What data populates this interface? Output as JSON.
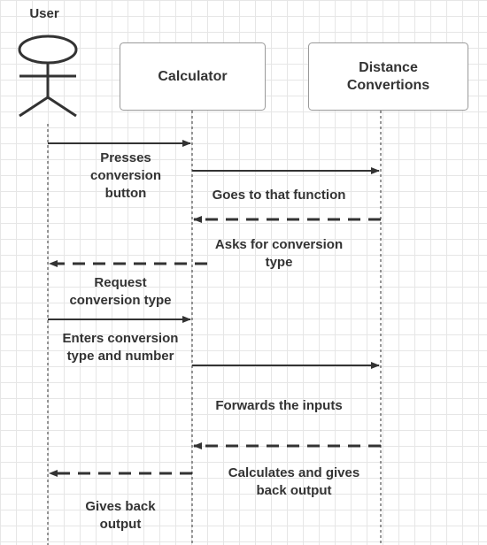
{
  "actors": {
    "user": "User"
  },
  "participants": {
    "calculator": "Calculator",
    "distance": "Distance Convertions"
  },
  "messages": [
    {
      "id": "m1",
      "from": "user",
      "to": "calculator",
      "style": "solid",
      "label": "Presses conversion button"
    },
    {
      "id": "m2",
      "from": "calculator",
      "to": "distance",
      "style": "solid",
      "label": "Goes to that function"
    },
    {
      "id": "m3",
      "from": "distance",
      "to": "calculator",
      "style": "dashed",
      "label": "Asks for conversion type"
    },
    {
      "id": "m4",
      "from": "calculator",
      "to": "user",
      "style": "dashed",
      "label": "Request conversion type"
    },
    {
      "id": "m5",
      "from": "user",
      "to": "calculator",
      "style": "solid",
      "label": "Enters conversion type and number"
    },
    {
      "id": "m6",
      "from": "calculator",
      "to": "distance",
      "style": "solid",
      "label": "Forwards the inputs"
    },
    {
      "id": "m7",
      "from": "distance",
      "to": "calculator",
      "style": "dashed",
      "label": "Calculates and gives back output"
    },
    {
      "id": "m8",
      "from": "calculator",
      "to": "user",
      "style": "dashed",
      "label": "Gives back output"
    }
  ],
  "colors": {
    "line": "#333333",
    "grid": "#e6e6e6",
    "box_border": "#9a9a9a"
  }
}
